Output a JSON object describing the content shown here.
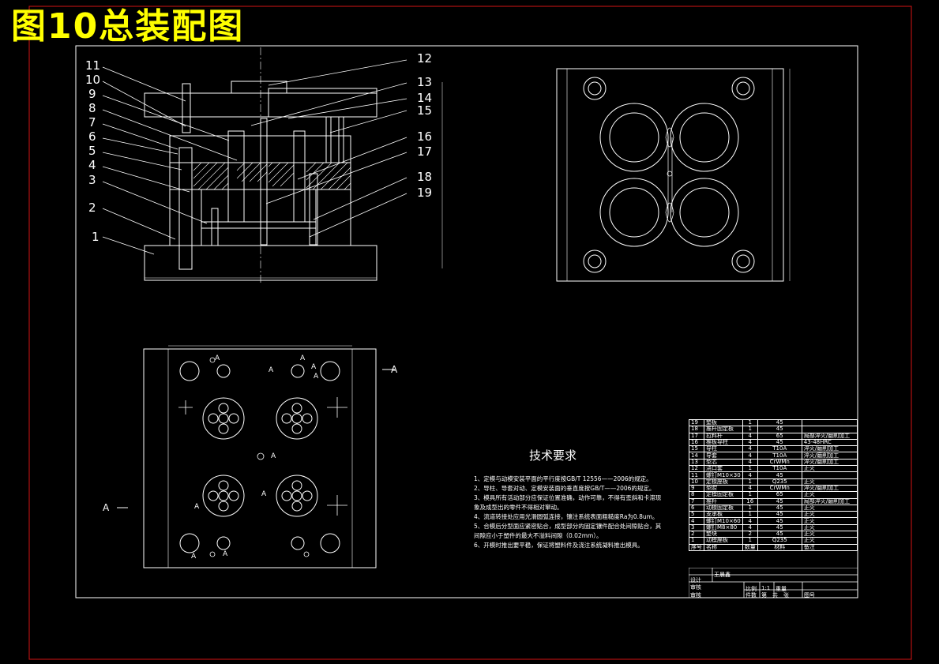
{
  "title": "图10总装配图",
  "leaders": {
    "left": [
      "11",
      "10",
      "9",
      "8",
      "7",
      "6",
      "5",
      "4",
      "3",
      "2",
      "1"
    ],
    "right": [
      "12",
      "13",
      "14",
      "15",
      "16",
      "17",
      "18",
      "19"
    ]
  },
  "section_marks": {
    "a_right": "A",
    "a_left": "A",
    "small_a": [
      "A",
      "A",
      "A",
      "A",
      "A",
      "A",
      "A",
      "A",
      "A",
      "A"
    ]
  },
  "tech_requirements": {
    "title": "技术要求",
    "items": [
      "1、定模与动模安装平面的平行度按GB/T 12556——2006的规定。",
      "2、导柱、导套对动、定模安装面的垂直度按GB/T——2006的规定。",
      "3、模具所有活动部分应保证位置准确，动作可靠，不得有歪斜和卡滞现象及成型出的零件不得相对窜动。",
      "4、流道转接处应用光滑圆弧连接，镶注系统表面粗糙度Ra为0.8um。",
      "5、合模后分型面应紧密贴合，成型部分的固定镶件配合处间隙贴合，其间隙应小于塑件的最大不溢料间隙（0.02mm）。",
      "6、开模时推出要平稳，保证将塑料件及浇注系统凝料推出模具。"
    ]
  },
  "bom": {
    "rows": [
      [
        "19",
        "垫板",
        "1",
        "45",
        ""
      ],
      [
        "18",
        "推杆固定板",
        "1",
        "45",
        ""
      ],
      [
        "17",
        "拉料杆",
        "4",
        "65",
        "局部淬火/磨削加工"
      ],
      [
        "16",
        "推板导柱",
        "4",
        "45",
        "43-48HRC"
      ],
      [
        "15",
        "导柱",
        "4",
        "T10A",
        "淬火/磨削加工"
      ],
      [
        "14",
        "导套",
        "4",
        "T10A",
        "淬火/磨削加工"
      ],
      [
        "13",
        "型芯",
        "4",
        "CrWMn",
        "淬火/磨削加工"
      ],
      [
        "12",
        "浇口套",
        "1",
        "T10A",
        "正火"
      ],
      [
        "11",
        "螺钉M10×30",
        "4",
        "45",
        ""
      ],
      [
        "10",
        "定模座板",
        "1",
        "Q235",
        "正火"
      ],
      [
        "9",
        "型腔",
        "4",
        "CrWMn",
        "淬火/磨削加工"
      ],
      [
        "8",
        "定模固定板",
        "1",
        "65",
        "正火"
      ],
      [
        "7",
        "推杆",
        "16",
        "45",
        "局部淬火/磨削加工"
      ],
      [
        "6",
        "动模固定板",
        "1",
        "45",
        "正火"
      ],
      [
        "5",
        "支承板",
        "1",
        "45",
        "正火"
      ],
      [
        "4",
        "螺钉M10×60",
        "4",
        "45",
        "正火"
      ],
      [
        "3",
        "螺钉M8×80",
        "4",
        "45",
        "正火"
      ],
      [
        "2",
        "垫块",
        "2",
        "45",
        "正火"
      ],
      [
        "1",
        "动模座板",
        "1",
        "Q235",
        "正火"
      ]
    ],
    "header": [
      "序号",
      "名称",
      "数量",
      "材料",
      "备注"
    ]
  },
  "title_block": {
    "design": "设计",
    "check": "审核",
    "audit": "审核",
    "designer_name": "王晨鑫",
    "ratio_label": "比例",
    "ratio_value": "1:1",
    "weight_label": "重量",
    "qty_label": "件数",
    "sheet_label": "第",
    "sheet_total": "共",
    "sheet_unit": "张",
    "sheet_no": "图号"
  }
}
